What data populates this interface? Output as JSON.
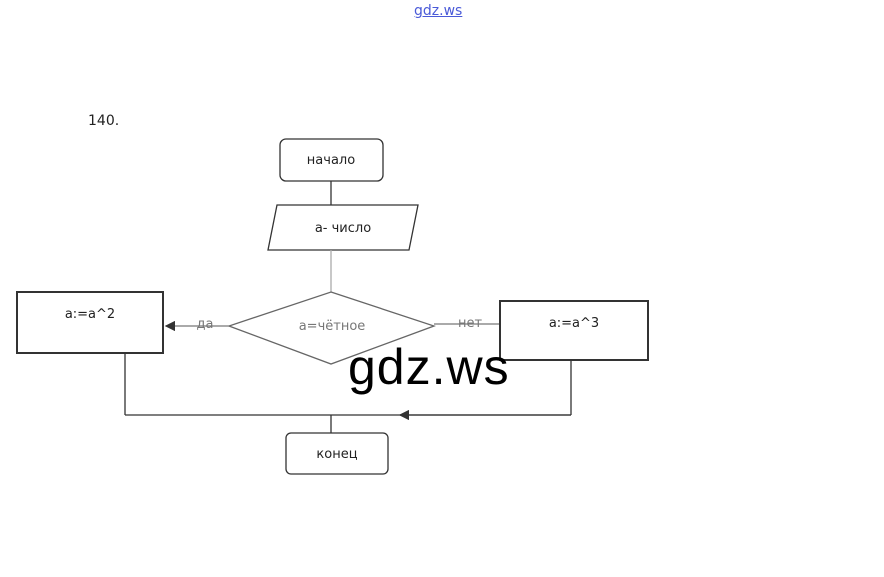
{
  "watermark_top": "gdz.ws",
  "watermark_big": "gdz.ws",
  "problem_number": "140.",
  "flowchart": {
    "start": "начало",
    "input": "a- число",
    "decision": "a=чётное",
    "yes_label": "да",
    "no_label": "нет",
    "yes_action": "a:=a^2",
    "no_action": "a:=a^3",
    "end": "конец"
  }
}
